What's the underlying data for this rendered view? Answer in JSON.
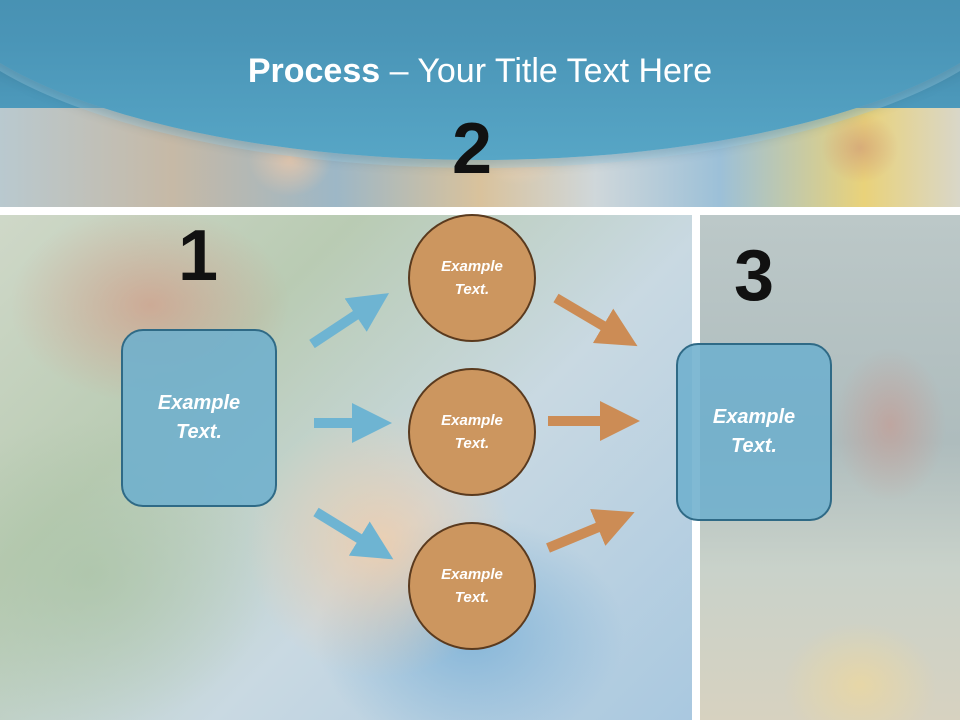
{
  "title": {
    "bold": "Process",
    "rest": " – Your Title Text Here"
  },
  "steps": {
    "step1_number": "1",
    "step2_number": "2",
    "step3_number": "3"
  },
  "boxes": {
    "left_text": "Example Text.",
    "right_text": "Example Text."
  },
  "circles": [
    {
      "text": "Example Text."
    },
    {
      "text": "Example Text."
    },
    {
      "text": "Example Text."
    }
  ],
  "colors": {
    "header": "#4b97b9",
    "box_fill": "#6eafcd",
    "box_border": "#2f6a86",
    "circle_fill": "#cc965f",
    "circle_border": "#5a3a1e",
    "blue_arrow": "#6eb4d2",
    "orange_arrow": "#cc8c55"
  }
}
